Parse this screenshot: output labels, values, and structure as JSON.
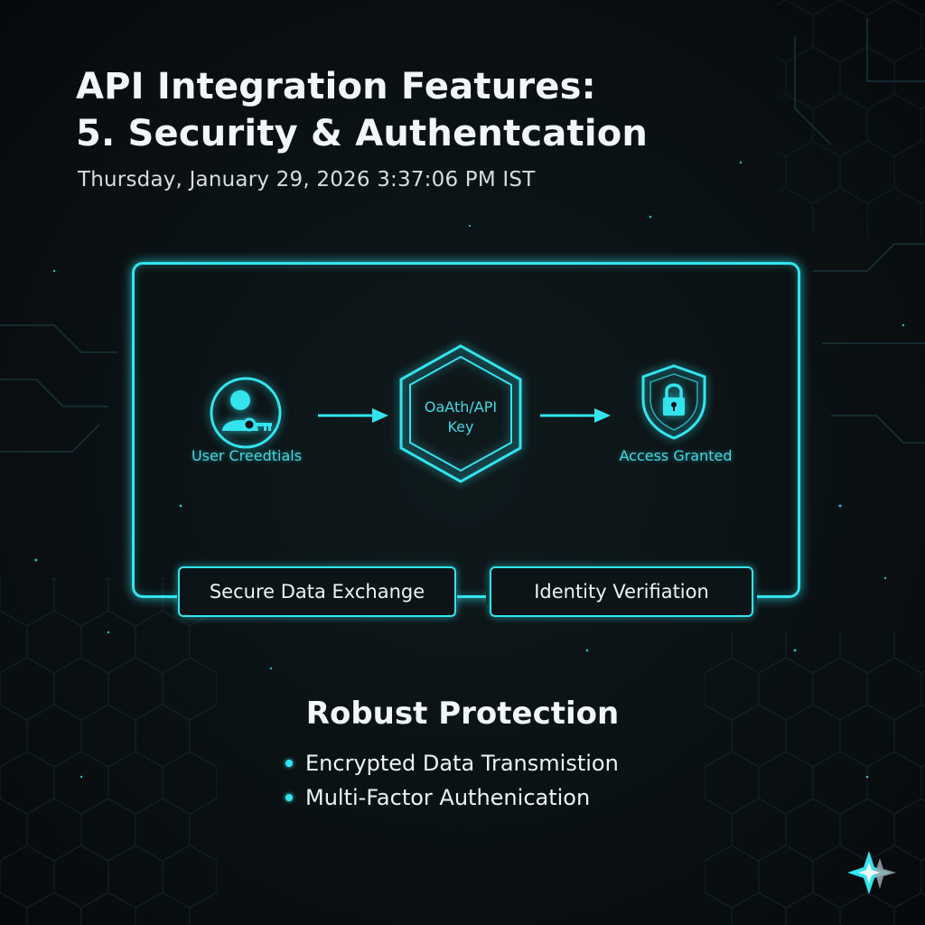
{
  "title": {
    "line1": "API Integration Features:",
    "line2": "5. Security & Authentcation"
  },
  "timestamp": "Thursday, January 29, 2026 3:37:06 PM IST",
  "flow": {
    "nodes": [
      {
        "label": "User Creedtials",
        "icon": "user-key-icon"
      },
      {
        "label_line1": "OaAth/API",
        "label_line2": "Key",
        "icon": "hexagon-icon"
      },
      {
        "label": "Access Granted",
        "icon": "shield-lock-icon"
      }
    ],
    "bottom_tags": [
      "Secure Data Exchange",
      "Identity Verifiation"
    ]
  },
  "protection": {
    "heading": "Robust Protection",
    "items": [
      "Encrypted Data Transmistion",
      "Multi-Factor Authenication"
    ]
  },
  "colors": {
    "background": "#0b1013",
    "accent": "#33e4ee",
    "text": "#f2f6f7"
  }
}
